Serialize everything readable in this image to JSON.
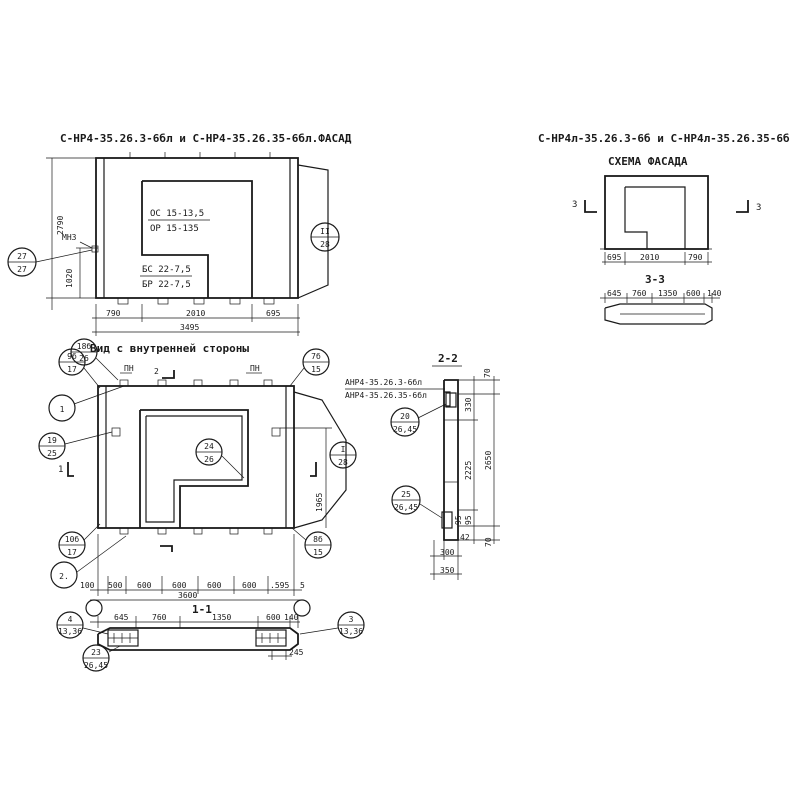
{
  "titles": {
    "facade_main": "С-НР4-35.26.3-6бл и С-НР4-35.26.35-6бл.ФАСАД",
    "facade_small": "С-НР4л-35.26.3-6б и С-НР4л-35.26.35-6б",
    "scheme": "СХЕМА ФАСАДА",
    "inner_view": "Вид с внутренней стороны",
    "section_22": "2-2",
    "section_33": "3-3",
    "section_11": "1-1"
  },
  "openings": {
    "oc": "ОС 15-13,5",
    "op": "ОР 15-135",
    "bc": "БС 22-7,5",
    "br": "БР 22-7,5"
  },
  "labels": {
    "mn3": "МН3",
    "pn1": "ПН",
    "pn2": "ПН",
    "anr1": "АНР4-35.26.3-6бл",
    "anr2": "АНР4-35.26.35-6бл",
    "mark2": "2",
    "mark1l": "1",
    "mark1r": "1",
    "mark3l": "3",
    "mark3r": "3"
  },
  "dims_top": {
    "h2790": "2790",
    "h1020": "1020",
    "w790": "790",
    "w2010": "2010",
    "w695": "695",
    "w3495": "3495"
  },
  "dims_scheme": {
    "a695": "695",
    "a2010": "2010",
    "a790": "790",
    "b645": "645",
    "b760": "760",
    "b1350": "1350",
    "b600": "600",
    "b140": "140"
  },
  "dims_inner": {
    "d100": "100",
    "d500": "500",
    "d600a": "600",
    "d600b": "600",
    "d600c": "600",
    "d600d": "600",
    "d595": ".595",
    "d5": "5",
    "d3600": "3600",
    "h1965": "1965"
  },
  "dims_11": {
    "e645": "645",
    "e760": "760",
    "e1350": "1350",
    "e600": "600",
    "e140": "140",
    "e245": "245"
  },
  "dims_22": {
    "v70a": "70",
    "v330": "330",
    "v2225": "2225",
    "v2650": "2650",
    "v95a": "95",
    "v95b": "95",
    "v70b": "70",
    "v42": "42",
    "v300": "300",
    "v350": "350"
  },
  "callouts": {
    "c27_top": "27",
    "c27_bot": "27",
    "cII_top": "II",
    "cII_bot": "28",
    "c18_top": "18б",
    "c18_bot": "26",
    "c9_top": "9б",
    "c9_bot": "17",
    "c7_top": "7б",
    "c7_bot": "15",
    "c1": "1",
    "c19_top": "19",
    "c19_bot": "25",
    "c24_top": "24",
    "c24_bot": "26",
    "cI_top": "I",
    "cI_bot": "28",
    "c10_top": "10б",
    "c10_bot": "17",
    "c8_top": "8б",
    "c8_bot": "15",
    "c2": "2.",
    "c20_top": "20",
    "c20_bot": "26,45",
    "c25_top": "25",
    "c25_bot": "26,45",
    "c4_top": "4",
    "c4_bot": "13,36",
    "c3_top": "3",
    "c3_bot": "13,36",
    "c23_top": "23",
    "c23_bot": "26,45"
  }
}
